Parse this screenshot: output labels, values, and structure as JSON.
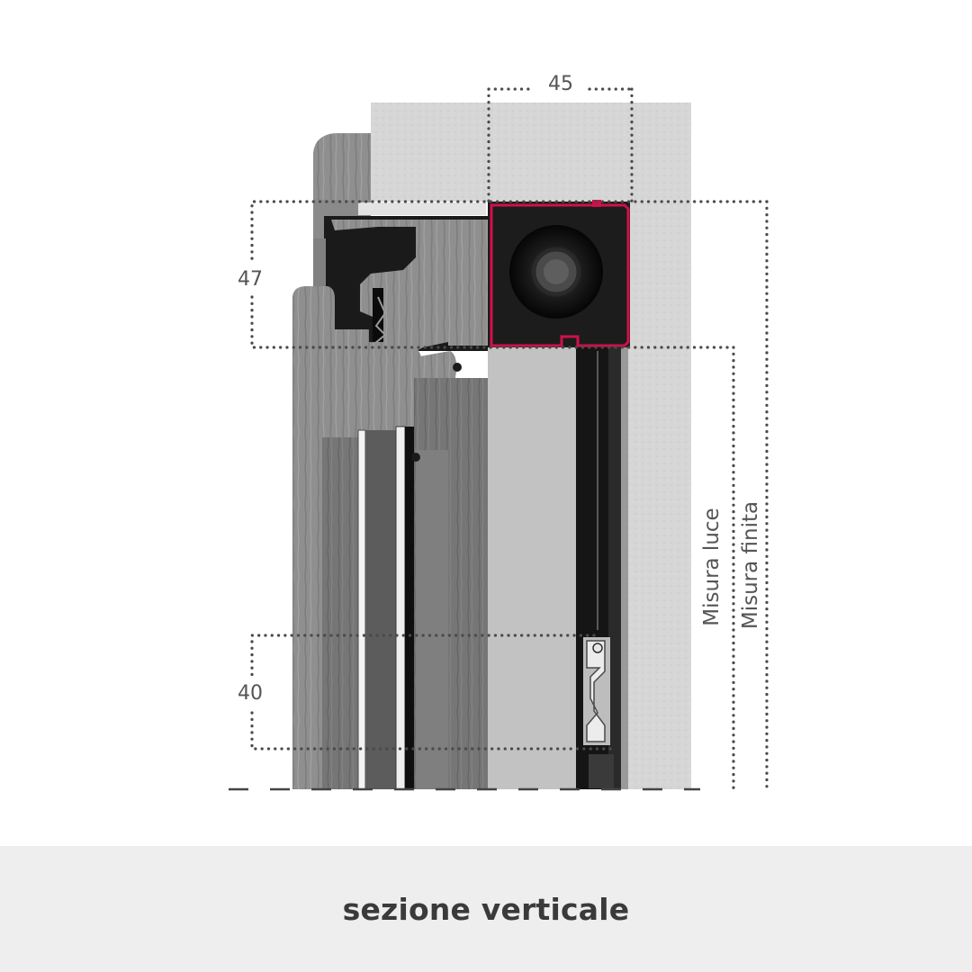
{
  "diagram": {
    "dimensions": {
      "top_width": "45",
      "header_height": "47",
      "bottom_rail_height": "40",
      "clear_opening": "Misura luce",
      "finished_size": "Misura finita"
    },
    "colors": {
      "wall": "#d7d7d7",
      "wood_light": "#9c9c9c",
      "wood_dark": "#6e6e6e",
      "box_outline": "#d0104a",
      "guide_rail": "#c2c2c2",
      "seal": "#111111"
    }
  },
  "caption": {
    "text": "sezione verticale"
  }
}
